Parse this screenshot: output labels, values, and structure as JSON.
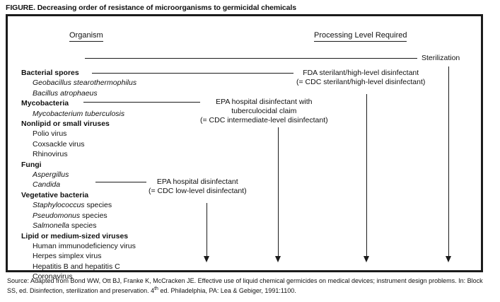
{
  "figure": {
    "title": "FIGURE. Decreasing order of resistance of microorganisms to germicidal chemicals"
  },
  "headers": {
    "organism": "Organism",
    "processing": "Processing Level Required"
  },
  "top_axis_label": "Sterilization",
  "processing_levels": [
    {
      "id": "fda",
      "line1": "FDA sterilant/high-level disinfectant",
      "line2": "(= CDC sterilant/high-level disinfectant)",
      "line3": ""
    },
    {
      "id": "epa-tuberculocidal",
      "line1": "EPA hospital disinfectant with",
      "line2": "tuberculocidal claim",
      "line3": "(= CDC intermediate-level disinfectant)"
    },
    {
      "id": "epa-low",
      "line1": "EPA hospital disinfectant",
      "line2": "(= CDC low-level disinfectant)",
      "line3": ""
    }
  ],
  "organisms": [
    {
      "group": "Bacterial spores",
      "items": [
        {
          "text": "Geobacillus stearothermophilus",
          "italic": true
        },
        {
          "text": "Bacillus atrophaeus",
          "italic": true
        }
      ]
    },
    {
      "group": "Mycobacteria",
      "items": [
        {
          "text": "Mycobacterium tuberculosis",
          "italic": true
        }
      ]
    },
    {
      "group": "Nonlipid or small viruses",
      "items": [
        {
          "text": "Polio virus",
          "italic": false
        },
        {
          "text": "Coxsackle virus",
          "italic": false
        },
        {
          "text": "Rhinovirus",
          "italic": false
        }
      ]
    },
    {
      "group": "Fungi",
      "items": [
        {
          "text": "Aspergillus",
          "italic": true
        },
        {
          "text": "Candida",
          "italic": true
        }
      ]
    },
    {
      "group": "Vegetative bacteria",
      "items": [
        {
          "text": "Staphylococcus species",
          "italic": true,
          "suffix": " species",
          "genus": "Staphylococcus"
        },
        {
          "text": "Pseudomonus species",
          "italic": true,
          "suffix": " species",
          "genus": "Pseudomonus"
        },
        {
          "text": "Salmonella species",
          "italic": true,
          "suffix": " species",
          "genus": "Salmonella"
        }
      ]
    },
    {
      "group": "Lipid or medium-sized viruses",
      "items": [
        {
          "text": "Human immunodeficiency virus",
          "italic": false
        },
        {
          "text": "Herpes simplex virus",
          "italic": false
        },
        {
          "text": "Hepatitis B and hepatitis C",
          "italic": false
        },
        {
          "text": "Coronavirus",
          "italic": false
        }
      ]
    }
  ],
  "source": {
    "part1": "Source: Adapted from Bond WW, Ott BJ, Franke K, McCracken JE. Effective use of liquid chemical germicides on medical devices; instrument design problems. In: Block SS, ed. Disinfection, sterilization and preservation. 4",
    "sup": "th",
    "part2": " ed. Philadelphia, PA: Lea & Gebiger, 1991:1100."
  },
  "colors": {
    "ink": "#1b1b1b",
    "background": "#ffffff"
  }
}
